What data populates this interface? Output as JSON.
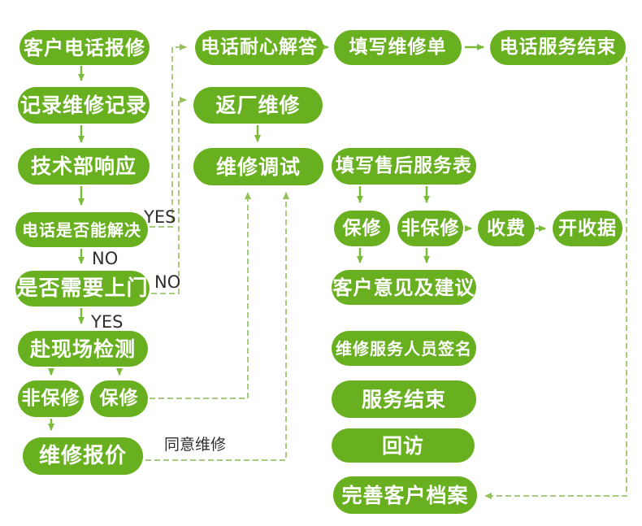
{
  "diagram_type": "flowchart",
  "colors": {
    "node_green": "#68b01f",
    "arrow_green": "#7abc38",
    "dashed_green": "#a9cb7c",
    "label_text": "#2e2e2e",
    "background": "#ffffff",
    "node_text": "#ffffff"
  },
  "nodes": {
    "customer_call": "客户电话报修",
    "record_repair": "记录维修记录",
    "tech_response": "技术部响应",
    "phone_solvable": "电话是否能解决",
    "need_onsite": "是否需要上门",
    "onsite_check": "赴现场检测",
    "non_warranty_left": "非保修",
    "warranty_left": "保修",
    "repair_quote": "维修报价",
    "phone_answer": "电话耐心解答",
    "factory_repair": "返厂维修",
    "repair_debug": "维修调试",
    "fill_repair_order": "填写维修单",
    "phone_service_end": "电话服务结束",
    "fill_service_form": "填写售后服务表",
    "warranty_right": "保修",
    "non_warranty_right": "非保修",
    "charge": "收费",
    "issue_receipt": "开收据",
    "customer_feedback": "客户意见及建议",
    "staff_signature": "维修服务人员签名",
    "service_end": "服务结束",
    "follow_up": "回访",
    "complete_archive": "完善客户档案"
  },
  "edge_labels": {
    "phone_solvable_yes": "YES",
    "phone_solvable_no": "NO",
    "need_onsite_no": "NO",
    "need_onsite_yes": "YES",
    "agree_repair": "同意维修"
  },
  "edges": [
    {
      "from": "customer_call",
      "to": "record_repair",
      "style": "solid"
    },
    {
      "from": "record_repair",
      "to": "tech_response",
      "style": "solid"
    },
    {
      "from": "tech_response",
      "to": "phone_solvable",
      "style": "solid"
    },
    {
      "from": "phone_solvable",
      "to": "phone_answer",
      "style": "dashed",
      "label": "YES"
    },
    {
      "from": "phone_solvable",
      "to": "need_onsite",
      "style": "solid",
      "label": "NO"
    },
    {
      "from": "need_onsite",
      "to": "factory_repair",
      "style": "dashed",
      "label": "NO"
    },
    {
      "from": "need_onsite",
      "to": "onsite_check",
      "style": "solid",
      "label": "YES"
    },
    {
      "from": "onsite_check",
      "to": "non_warranty_left",
      "style": "solid"
    },
    {
      "from": "onsite_check",
      "to": "warranty_left",
      "style": "solid"
    },
    {
      "from": "non_warranty_left",
      "to": "repair_quote",
      "style": "solid"
    },
    {
      "from": "warranty_left",
      "to": "repair_debug",
      "style": "dashed"
    },
    {
      "from": "repair_quote",
      "to": "repair_debug",
      "style": "dashed",
      "label": "同意维修"
    },
    {
      "from": "phone_answer",
      "to": "fill_repair_order",
      "style": "solid"
    },
    {
      "from": "fill_repair_order",
      "to": "phone_service_end",
      "style": "solid"
    },
    {
      "from": "factory_repair",
      "to": "repair_debug",
      "style": "solid"
    },
    {
      "from": "fill_service_form",
      "to": "warranty_right",
      "style": "solid"
    },
    {
      "from": "fill_service_form",
      "to": "non_warranty_right",
      "style": "solid"
    },
    {
      "from": "non_warranty_right",
      "to": "charge",
      "style": "solid"
    },
    {
      "from": "charge",
      "to": "issue_receipt",
      "style": "solid"
    },
    {
      "from": "warranty_right",
      "to": "customer_feedback",
      "style": "solid"
    },
    {
      "from": "non_warranty_right",
      "to": "customer_feedback",
      "style": "solid"
    },
    {
      "from": "phone_service_end",
      "to": "complete_archive",
      "style": "dashed"
    }
  ]
}
